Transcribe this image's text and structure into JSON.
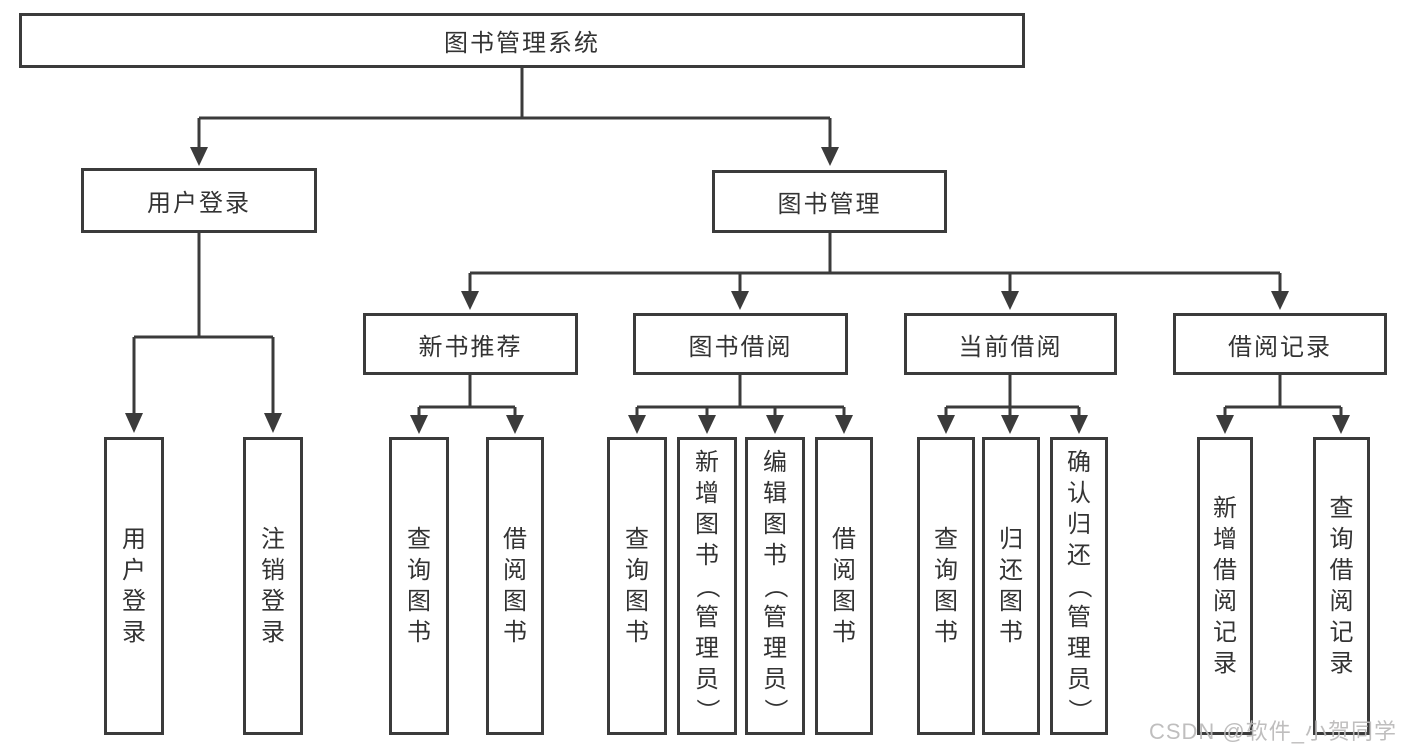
{
  "diagram": {
    "colors": {
      "line": "#3b3b3b",
      "text": "#333333",
      "background": "#ffffff",
      "watermark": "#bab8b8"
    },
    "root": {
      "label": "图书管理系统"
    },
    "level1": [
      {
        "label": "用户登录"
      },
      {
        "label": "图书管理"
      }
    ],
    "level2": [
      {
        "label": "新书推荐"
      },
      {
        "label": "图书借阅"
      },
      {
        "label": "当前借阅"
      },
      {
        "label": "借阅记录"
      }
    ],
    "leaves": [
      {
        "label": "用户登录",
        "parent": "用户登录"
      },
      {
        "label": "注销登录",
        "parent": "用户登录"
      },
      {
        "label": "查询图书",
        "parent": "新书推荐"
      },
      {
        "label": "借阅图书",
        "parent": "新书推荐"
      },
      {
        "label": "查询图书",
        "parent": "图书借阅"
      },
      {
        "label": "新增图书（管理员）",
        "parent": "图书借阅"
      },
      {
        "label": "编辑图书（管理员）",
        "parent": "图书借阅"
      },
      {
        "label": "借阅图书",
        "parent": "图书借阅"
      },
      {
        "label": "查询图书",
        "parent": "当前借阅"
      },
      {
        "label": "归还图书",
        "parent": "当前借阅"
      },
      {
        "label": "确认归还（管理员）",
        "parent": "当前借阅"
      },
      {
        "label": "新增借阅记录",
        "parent": "借阅记录"
      },
      {
        "label": "查询借阅记录",
        "parent": "借阅记录"
      }
    ],
    "watermark": {
      "text": "CSDN @软件_小贺同学"
    }
  }
}
